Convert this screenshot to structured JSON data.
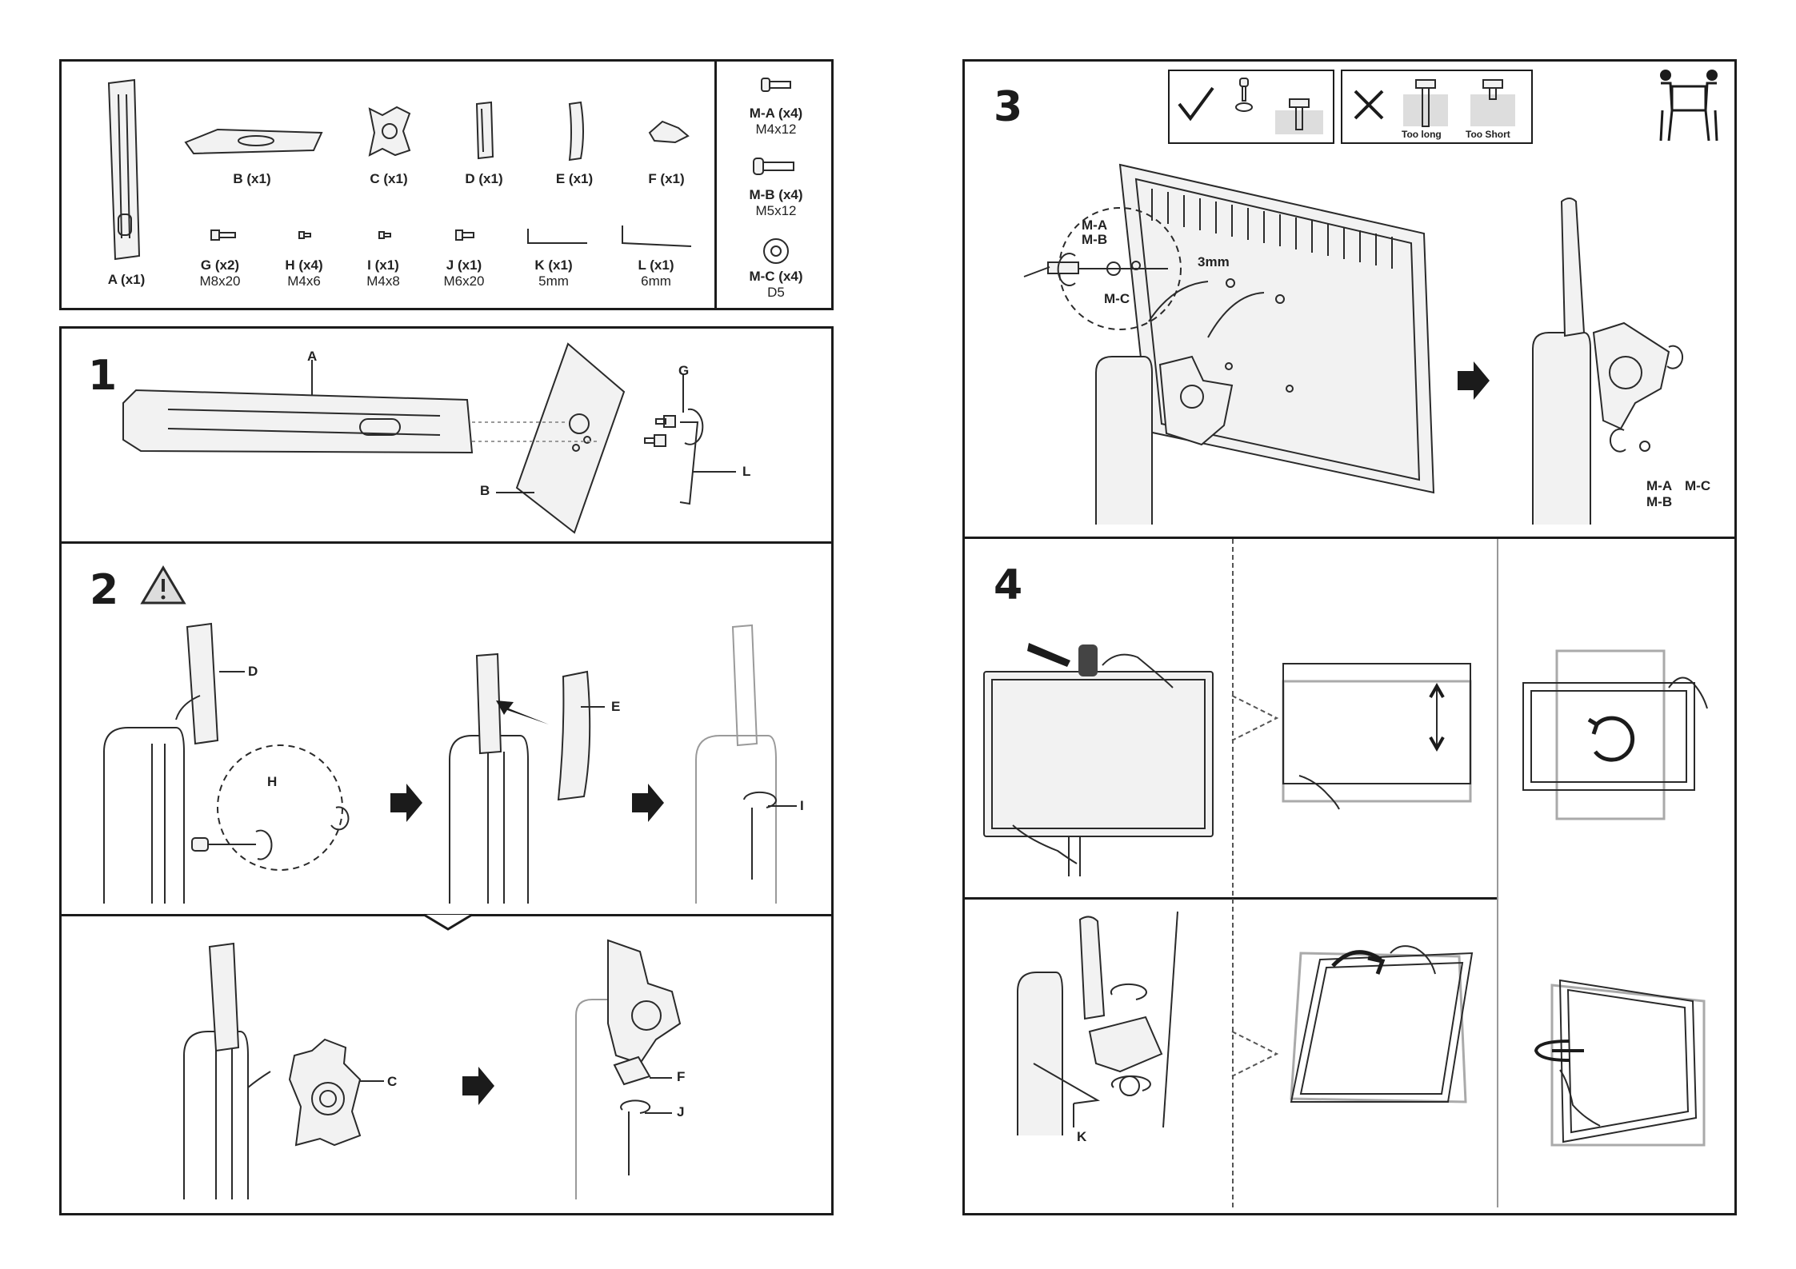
{
  "parts": [
    {
      "name": "A (x1)",
      "spec": ""
    },
    {
      "name": "B (x1)",
      "spec": ""
    },
    {
      "name": "C (x1)",
      "spec": ""
    },
    {
      "name": "D (x1)",
      "spec": ""
    },
    {
      "name": "E (x1)",
      "spec": ""
    },
    {
      "name": "F (x1)",
      "spec": ""
    },
    {
      "name": "G (x2)",
      "spec": "M8x20"
    },
    {
      "name": "H (x4)",
      "spec": "M4x6"
    },
    {
      "name": "I (x1)",
      "spec": "M4x8"
    },
    {
      "name": "J (x1)",
      "spec": "M6x20"
    },
    {
      "name": "K (x1)",
      "spec": "5mm"
    },
    {
      "name": "L (x1)",
      "spec": "6mm"
    }
  ],
  "screws": [
    {
      "name": "M-A (x4)",
      "spec": "M4x12"
    },
    {
      "name": "M-B (x4)",
      "spec": "M5x12"
    },
    {
      "name": "M-C (x4)",
      "spec": "D5"
    }
  ],
  "steps": {
    "s1": {
      "number": "1",
      "callouts": {
        "a": "A",
        "b": "B",
        "g": "G",
        "l": "L"
      }
    },
    "s2": {
      "number": "2",
      "callouts": {
        "d": "D",
        "h": "H",
        "e": "E",
        "i": "I",
        "c": "C",
        "f": "F",
        "j": "J"
      }
    },
    "s3": {
      "number": "3",
      "too_long": "Too long",
      "too_short": "Too Short",
      "callouts": {
        "ma_mb": "M-A",
        "mb": "M-B",
        "mc": "M-C",
        "mm3": "3mm",
        "ma2": "M-A",
        "mb2": "M-B",
        "mc2": "M-C"
      }
    },
    "s4": {
      "number": "4",
      "callouts": {
        "k": "K"
      }
    }
  },
  "icons": {
    "warning": "warning-triangle-icon",
    "arrow": "arrow-right-icon",
    "check": "check-icon",
    "cross": "cross-icon",
    "two_person": "two-person-lift-icon",
    "rotate": "rotate-icon"
  }
}
